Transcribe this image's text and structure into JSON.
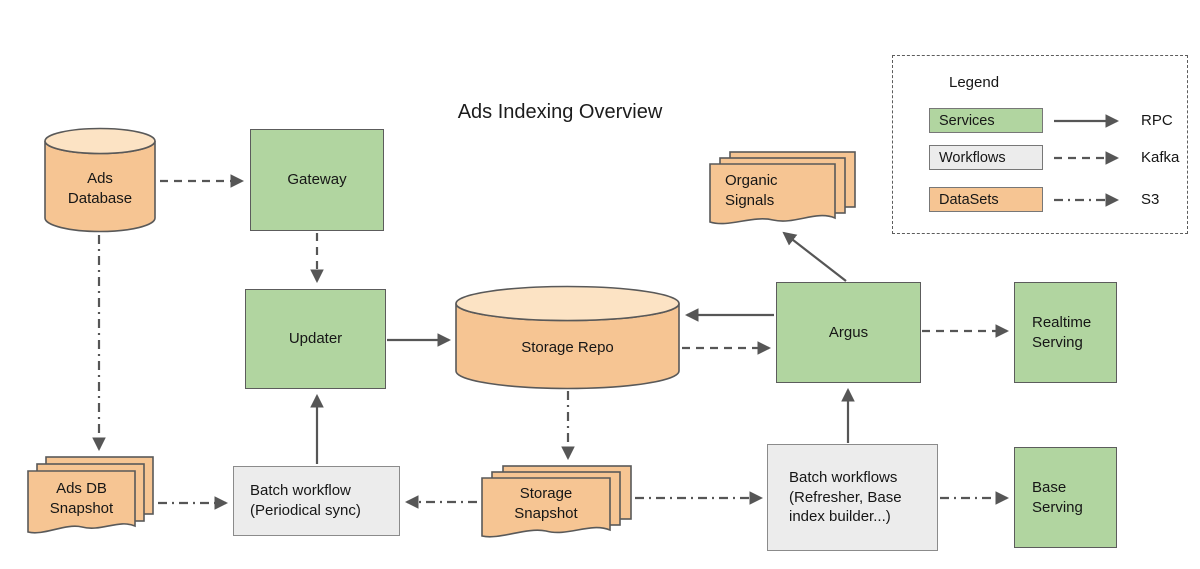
{
  "title": "Ads Indexing Overview",
  "nodes": {
    "ads_database": {
      "label": "Ads\nDatabase",
      "kind": "dataset",
      "shape": "cylinder"
    },
    "gateway": {
      "label": "Gateway",
      "kind": "service",
      "shape": "box"
    },
    "updater": {
      "label": "Updater",
      "kind": "service",
      "shape": "box"
    },
    "storage_repo": {
      "label": "Storage Repo",
      "kind": "dataset",
      "shape": "cylinder"
    },
    "organic_signals": {
      "label": "Organic\nSignals",
      "kind": "dataset",
      "shape": "document-stack"
    },
    "argus": {
      "label": "Argus",
      "kind": "service",
      "shape": "box"
    },
    "realtime_serving": {
      "label": "Realtime\nServing",
      "kind": "service",
      "shape": "box"
    },
    "ads_db_snapshot": {
      "label": "Ads DB\nSnapshot",
      "kind": "dataset",
      "shape": "document-stack"
    },
    "batch_workflow_sync": {
      "label": "Batch workflow\n(Periodical sync)",
      "kind": "workflow",
      "shape": "box"
    },
    "storage_snapshot": {
      "label": "Storage\nSnapshot",
      "kind": "dataset",
      "shape": "document-stack"
    },
    "batch_workflows_refresher": {
      "label": "Batch workflows\n(Refresher, Base\nindex builder...)",
      "kind": "workflow",
      "shape": "box"
    },
    "base_serving": {
      "label": "Base\nServing",
      "kind": "service",
      "shape": "box"
    }
  },
  "edges": [
    {
      "from": "ads_database",
      "to": "gateway",
      "transport": "Kafka",
      "style": "dashed"
    },
    {
      "from": "gateway",
      "to": "updater",
      "transport": "Kafka",
      "style": "dashed"
    },
    {
      "from": "updater",
      "to": "storage_repo",
      "transport": "RPC",
      "style": "solid"
    },
    {
      "from": "ads_database",
      "to": "ads_db_snapshot",
      "transport": "S3",
      "style": "dashdot"
    },
    {
      "from": "ads_db_snapshot",
      "to": "batch_workflow_sync",
      "transport": "S3",
      "style": "dashdot"
    },
    {
      "from": "batch_workflow_sync",
      "to": "updater",
      "transport": "RPC",
      "style": "solid"
    },
    {
      "from": "storage_snapshot",
      "to": "batch_workflow_sync",
      "transport": "S3",
      "style": "dashdot"
    },
    {
      "from": "storage_repo",
      "to": "storage_snapshot",
      "transport": "S3",
      "style": "dashdot"
    },
    {
      "from": "argus",
      "to": "storage_repo",
      "transport": "RPC",
      "style": "solid"
    },
    {
      "from": "storage_repo",
      "to": "argus",
      "transport": "Kafka",
      "style": "dashed"
    },
    {
      "from": "argus",
      "to": "organic_signals",
      "transport": "RPC",
      "style": "solid"
    },
    {
      "from": "argus",
      "to": "realtime_serving",
      "transport": "Kafka",
      "style": "dashed"
    },
    {
      "from": "storage_snapshot",
      "to": "batch_workflows_refresher",
      "transport": "S3",
      "style": "dashdot"
    },
    {
      "from": "batch_workflows_refresher",
      "to": "argus",
      "transport": "RPC",
      "style": "solid"
    },
    {
      "from": "batch_workflows_refresher",
      "to": "base_serving",
      "transport": "S3",
      "style": "dashdot"
    }
  ],
  "legend": {
    "title": "Legend",
    "items": [
      {
        "label": "Services",
        "kind": "service"
      },
      {
        "label": "Workflows",
        "kind": "workflow"
      },
      {
        "label": "DataSets",
        "kind": "dataset"
      }
    ],
    "arrows": [
      {
        "label": "RPC",
        "style": "solid"
      },
      {
        "label": "Kafka",
        "style": "dashed"
      },
      {
        "label": "S3",
        "style": "dashdot"
      }
    ]
  },
  "colors": {
    "service_fill": "#b1d5a0",
    "workflow_fill": "#ececec",
    "dataset_fill": "#f6c593",
    "dataset_top_fill": "#fce3c4",
    "arrow": "#565656"
  }
}
